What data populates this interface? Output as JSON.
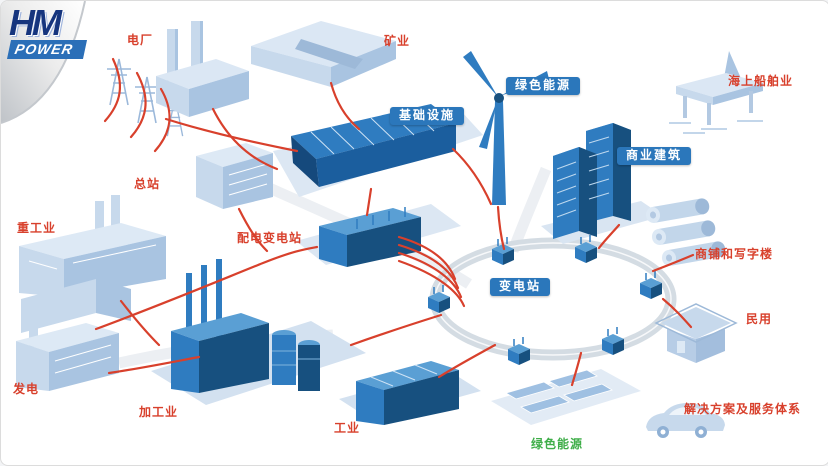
{
  "logo": {
    "brand": "HM",
    "sub": "POWER"
  },
  "labels": {
    "power_plant": "电厂",
    "mining": "矿业",
    "green_energy_top": "绿色能源",
    "offshore_marine": "海上船舶业",
    "infrastructure": "基础设施",
    "commercial_buildings": "商业建筑",
    "main_station": "总站",
    "heavy_industry": "重工业",
    "distribution_substation": "配电变电站",
    "shops_offices": "商铺和写字楼",
    "substation": "变电站",
    "residential": "民用",
    "power_generation": "发电",
    "processing_industry": "加工业",
    "industry": "工业",
    "green_energy_bottom": "绿色能源",
    "solutions": "解决方案及服务体系"
  },
  "palette": {
    "accent_red": "#d8402c",
    "badge_blue": "#2b77bb",
    "building_dark_blue": "#2f7cc0",
    "building_light_blue": "#c7d9ec",
    "green": "#3fae49",
    "logo_blue": "#16357e"
  }
}
